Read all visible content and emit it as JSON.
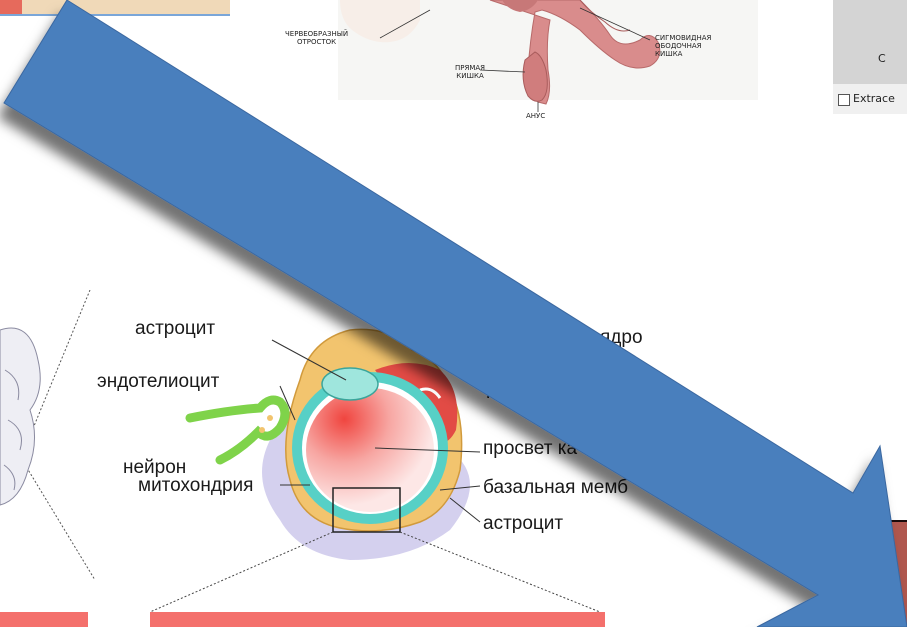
{
  "intestine_labels": {
    "appendix": [
      "ЧЕРВЕОБРАЗНЫЙ",
      "ОТРОСТОК"
    ],
    "sigmoid": [
      "СИГМОВИДНАЯ",
      "ОБОДОЧНАЯ",
      "КИШКА"
    ],
    "rectum": [
      "ПРЯМАЯ",
      "КИШКА"
    ],
    "anus": "АНУС"
  },
  "ui_panel": {
    "letter": "C",
    "checkbox_label": "Extrace",
    "checkbox_checked": false
  },
  "capillary_labels": {
    "astrocyte_top": "астроцит",
    "endotheliocyte": "эндотелиоцит",
    "neuron": "нейрон",
    "mitochondria": "митохондрия",
    "nucleus_partial": "ядро",
    "lumen_partial": "просвет ка",
    "basal_membrane_partial": "базальная мемб",
    "astrocyte_bottom": "астроцит",
    "pericyte_partial": "п"
  },
  "colors": {
    "arrow": "#4a7fbd",
    "astrocyte": "#f2c46e",
    "endothelium": "#57d0c6",
    "neuron": "#7fd34a",
    "lumen": "#f0453f",
    "pericyte": "#e24b45",
    "zoom_strip": "#f4706c"
  }
}
